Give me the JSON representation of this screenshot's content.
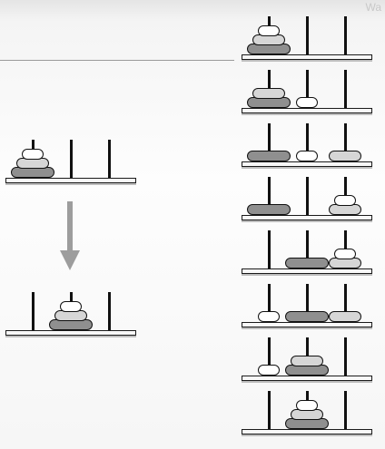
{
  "watermark": "Wa",
  "colors": {
    "small_disk": "#ffffff",
    "medium_disk": "#d6d6d6",
    "large_disk": "#8f8f8f",
    "peg": "#111111",
    "arrow": "#9d9d9d"
  },
  "disk_sizes": [
    "small",
    "medium",
    "large"
  ],
  "overview": {
    "initial_state": [
      [
        "small",
        "medium",
        "large"
      ],
      [],
      []
    ],
    "final_state": [
      [],
      [
        "small",
        "medium",
        "large"
      ],
      []
    ],
    "arrow_icon": "arrow-down-icon"
  },
  "steps": [
    [
      [
        "small",
        "medium",
        "large"
      ],
      [],
      []
    ],
    [
      [
        "medium",
        "large"
      ],
      [
        "small"
      ],
      []
    ],
    [
      [
        "large"
      ],
      [
        "small"
      ],
      [
        "medium"
      ]
    ],
    [
      [
        "large"
      ],
      [],
      [
        "small",
        "medium"
      ]
    ],
    [
      [],
      [
        "large"
      ],
      [
        "small",
        "medium"
      ]
    ],
    [
      [
        "small"
      ],
      [
        "large"
      ],
      [
        "medium"
      ]
    ],
    [
      [
        "small"
      ],
      [
        "medium",
        "large"
      ],
      []
    ],
    [
      [],
      [
        "small",
        "medium",
        "large"
      ],
      []
    ]
  ]
}
